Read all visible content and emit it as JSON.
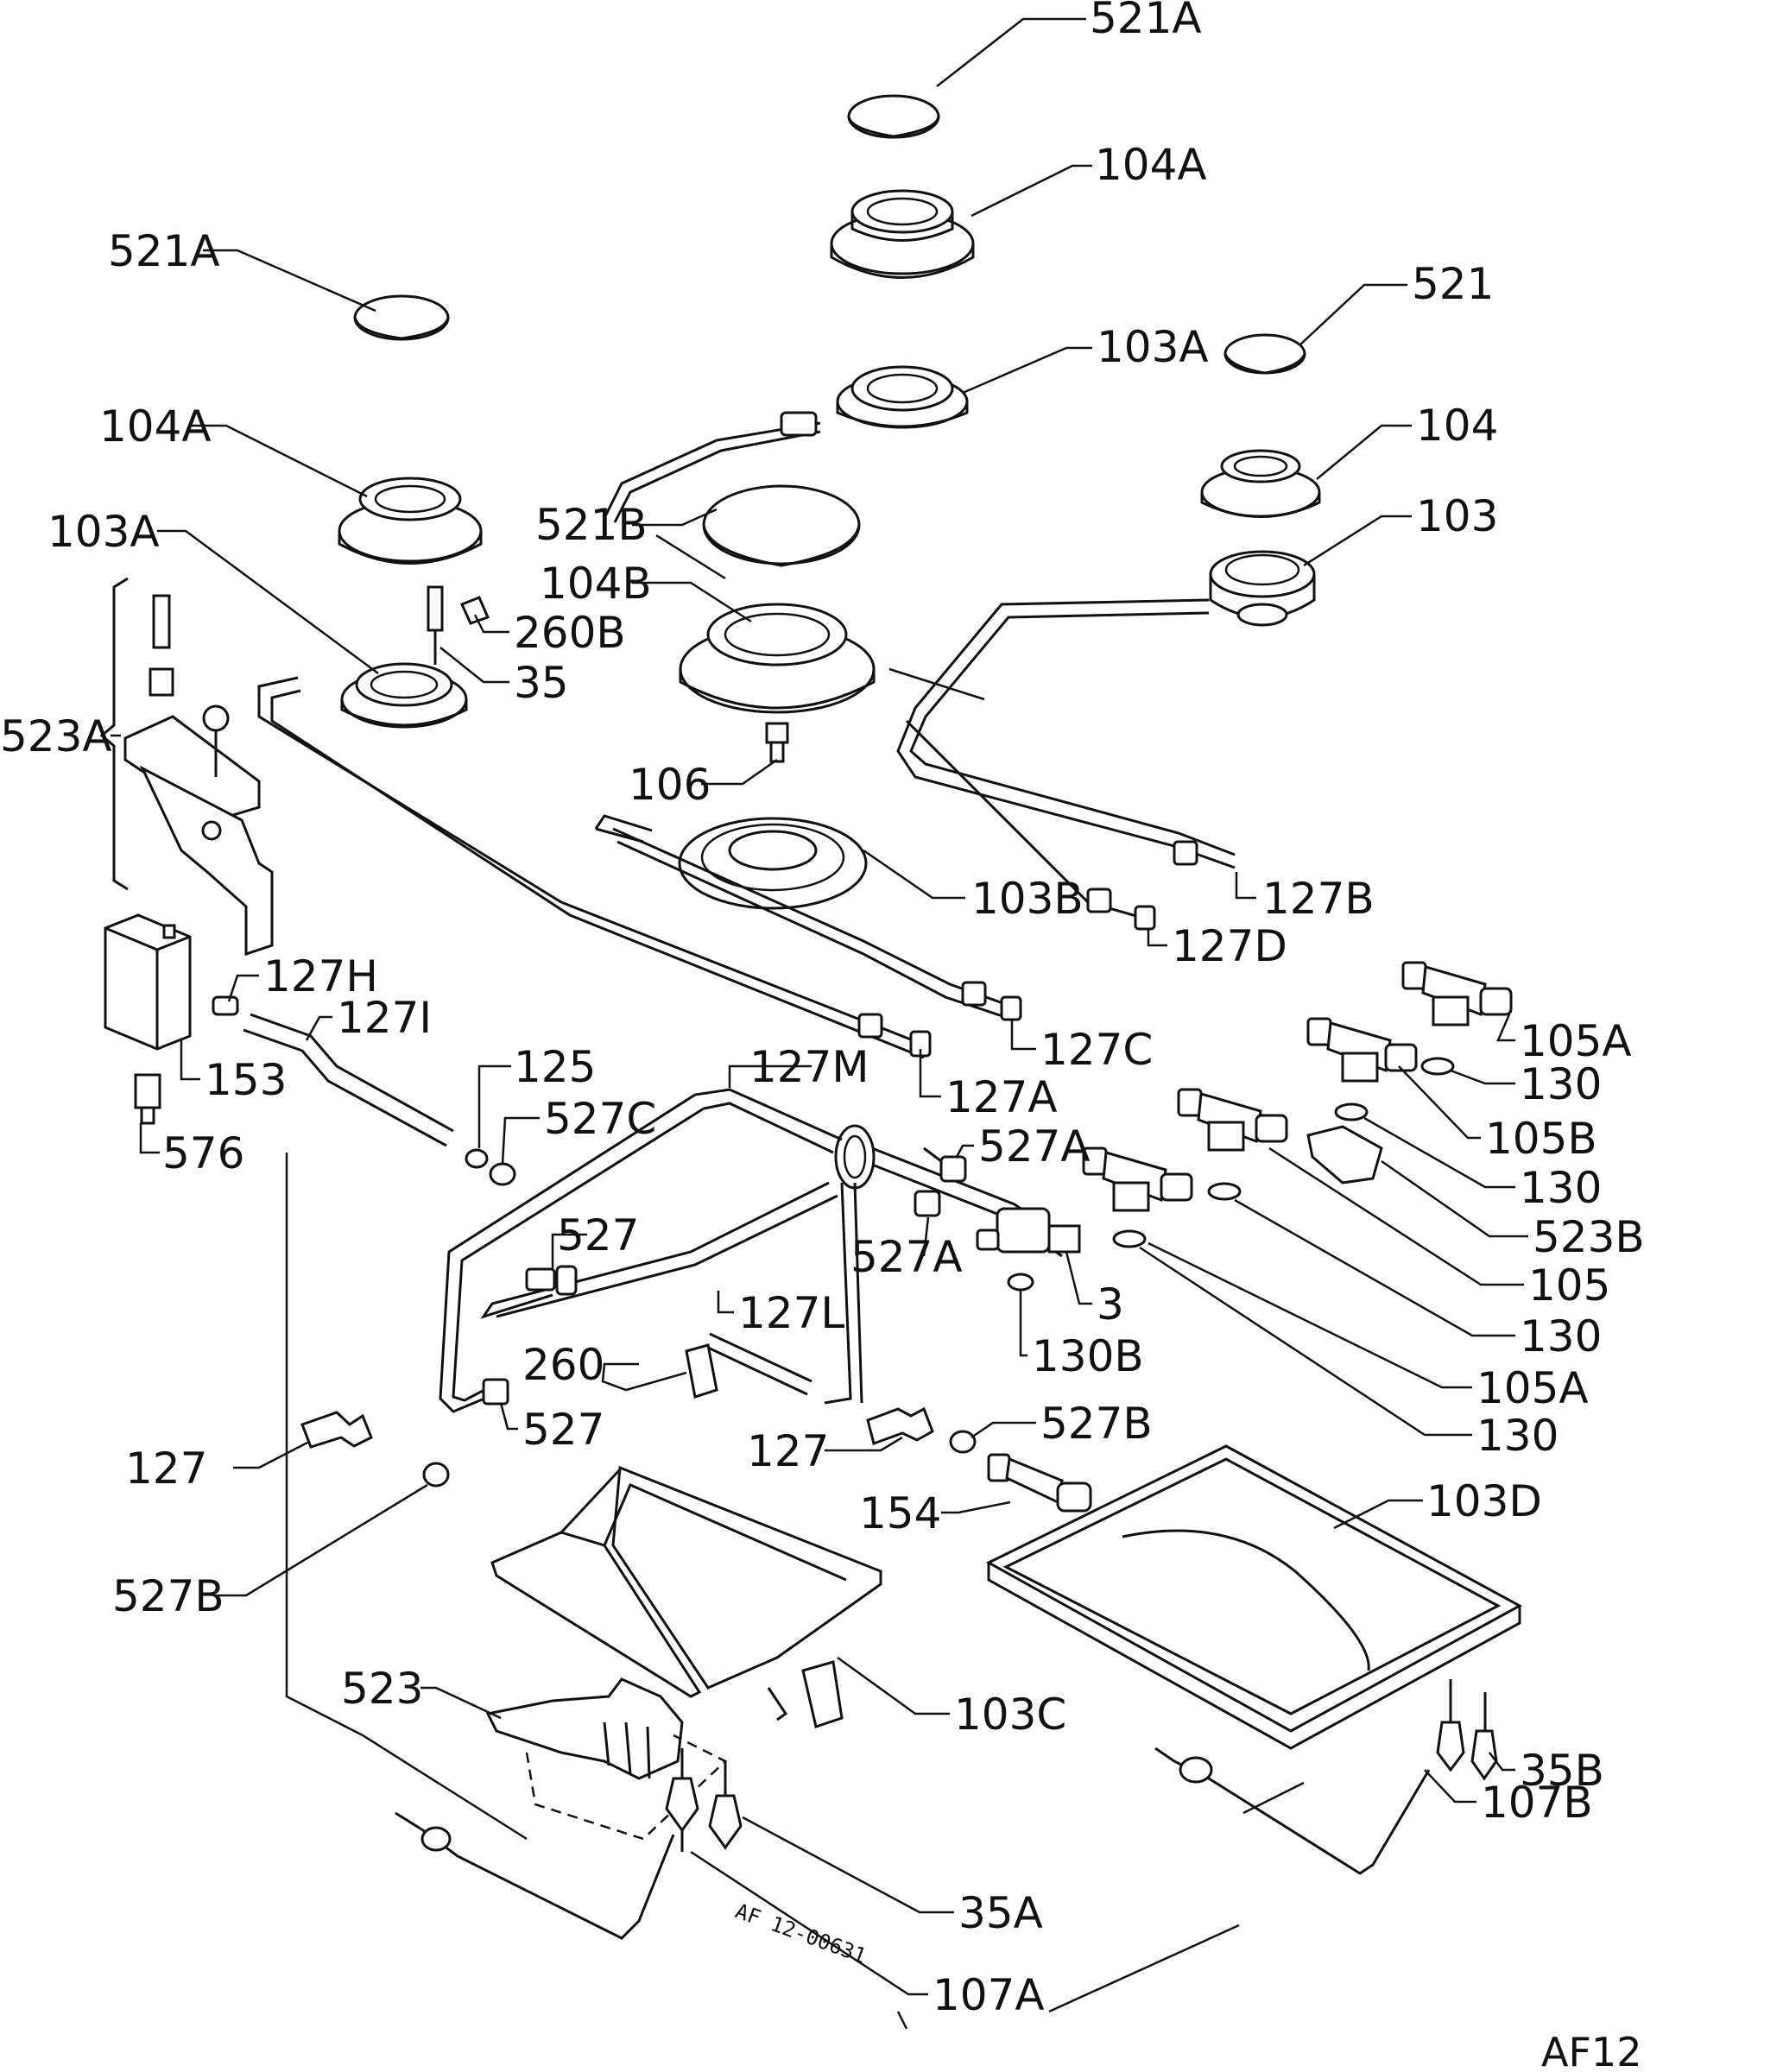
{
  "diagram": {
    "labels": {
      "l521a_top": "521A",
      "l104a_top": "104A",
      "l521a_left": "521A",
      "l521_right": "521",
      "l103a_top": "103A",
      "l104a_left": "104A",
      "l104_right": "104",
      "l103a_left": "103A",
      "l521b": "521B",
      "l103_right": "103",
      "l104b": "104B",
      "l260b": "260B",
      "l35": "35",
      "l523a": "523A",
      "l106": "106",
      "l103b": "103B",
      "l127b": "127B",
      "l127d": "127D",
      "l127h": "127H",
      "l127i": "127I",
      "l153": "153",
      "l127c": "127C",
      "l105a_1": "105A",
      "l125": "125",
      "l127m": "127M",
      "l127a": "127A",
      "l130_1": "130",
      "l527c": "527C",
      "l576": "576",
      "l527a_1": "527A",
      "l105b": "105B",
      "l130_2": "130",
      "l527": "527",
      "l527a_2": "527A",
      "l523b": "523B",
      "l3": "3",
      "l105": "105",
      "l127l": "127L",
      "l130_3": "130",
      "l130b": "130B",
      "l260": "260",
      "l105a_2": "105A",
      "l527_2": "527",
      "l127_left": "127",
      "l527b_1": "527B",
      "l130_4": "130",
      "l127_mid": "127",
      "l154": "154",
      "l103d": "103D",
      "l527b_2": "527B",
      "l523": "523",
      "l103c": "103C",
      "l35b": "35B",
      "l107b": "107B",
      "l35a": "35A",
      "l107a": "107A"
    },
    "drawing_code": "AF 12-00631",
    "page_code": "AF12"
  }
}
